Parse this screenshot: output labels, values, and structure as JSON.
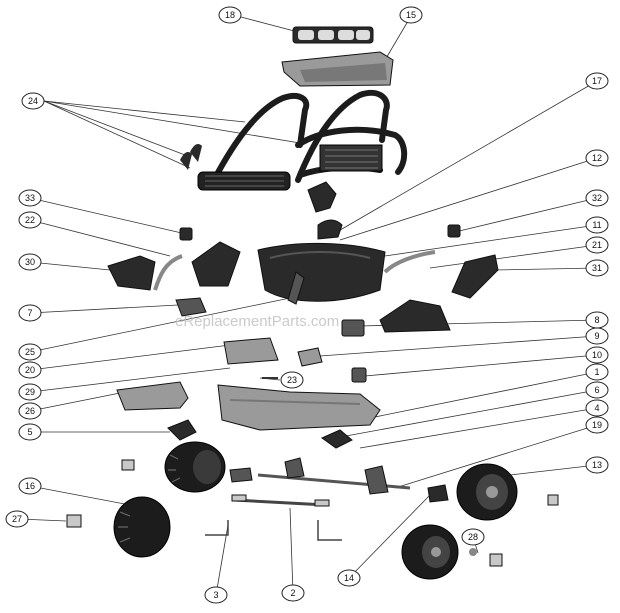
{
  "watermark": "eReplacementParts.com",
  "callouts": [
    {
      "label": "18"
    },
    {
      "label": "15"
    },
    {
      "label": "24"
    },
    {
      "label": "17"
    },
    {
      "label": "12"
    },
    {
      "label": "33"
    },
    {
      "label": "22"
    },
    {
      "label": "30"
    },
    {
      "label": "7"
    },
    {
      "label": "32"
    },
    {
      "label": "11"
    },
    {
      "label": "21"
    },
    {
      "label": "31"
    },
    {
      "label": "25"
    },
    {
      "label": "8"
    },
    {
      "label": "20"
    },
    {
      "label": "9"
    },
    {
      "label": "29"
    },
    {
      "label": "23"
    },
    {
      "label": "10"
    },
    {
      "label": "26"
    },
    {
      "label": "1"
    },
    {
      "label": "6"
    },
    {
      "label": "5"
    },
    {
      "label": "4"
    },
    {
      "label": "19"
    },
    {
      "label": "13"
    },
    {
      "label": "16"
    },
    {
      "label": "27"
    },
    {
      "label": "28"
    },
    {
      "label": "3"
    },
    {
      "label": "2"
    },
    {
      "label": "14"
    }
  ]
}
